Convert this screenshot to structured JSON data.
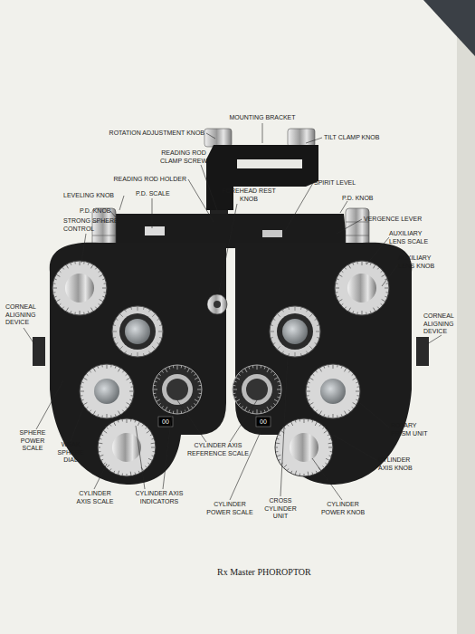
{
  "diagram": {
    "caption": "Rx Master PHOROPTOR",
    "labels": [
      "MOUNTING BRACKET",
      "TILT CLAMP KNOB",
      "ROTATION ADJUSTMENT KNOB",
      "READING ROD CLAMP SCREW",
      "READING ROD HOLDER",
      "SPIRIT LEVEL",
      "FOREHEAD REST KNOB",
      "LEVELING KNOB",
      "P.D. SCALE",
      "P.D. KNOB",
      "P.D. KNOB",
      "STRONG SPHERE CONTROL",
      "VERGENCE LEVER",
      "AUXILIARY LENS SCALE",
      "AUXILIARY LENS KNOB",
      "CORNEAL ALIGNING DEVICE",
      "CORNEAL ALIGNING DEVICE",
      "SPHERE POWER SCALE",
      "WEAK SPHERE DIAL",
      "CYLINDER AXIS REFERENCE SCALE",
      "ROTARY PRISM UNIT",
      "CYLINDER AXIS KNOB",
      "CYLINDER AXIS SCALE",
      "CYLINDER AXIS INDICATORS",
      "CYLINDER POWER SCALE",
      "CROSS CYLINDER UNIT",
      "CYLINDER POWER KNOB",
      "00",
      "00"
    ]
  }
}
